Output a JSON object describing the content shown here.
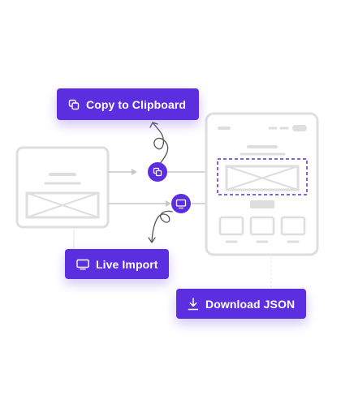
{
  "buttons": {
    "copy_to_clipboard": {
      "label": "Copy to Clipboard",
      "icon": "copy-icon"
    },
    "live_import": {
      "label": "Live Import",
      "icon": "monitor-icon"
    },
    "download_json": {
      "label": "Download JSON",
      "icon": "download-icon"
    }
  },
  "colors": {
    "accent": "#5b2ee0",
    "wireframe": "#dedede",
    "connector": "#c8c8c8",
    "selection_dash": "#5b2ee0",
    "arrow": "#555555"
  }
}
